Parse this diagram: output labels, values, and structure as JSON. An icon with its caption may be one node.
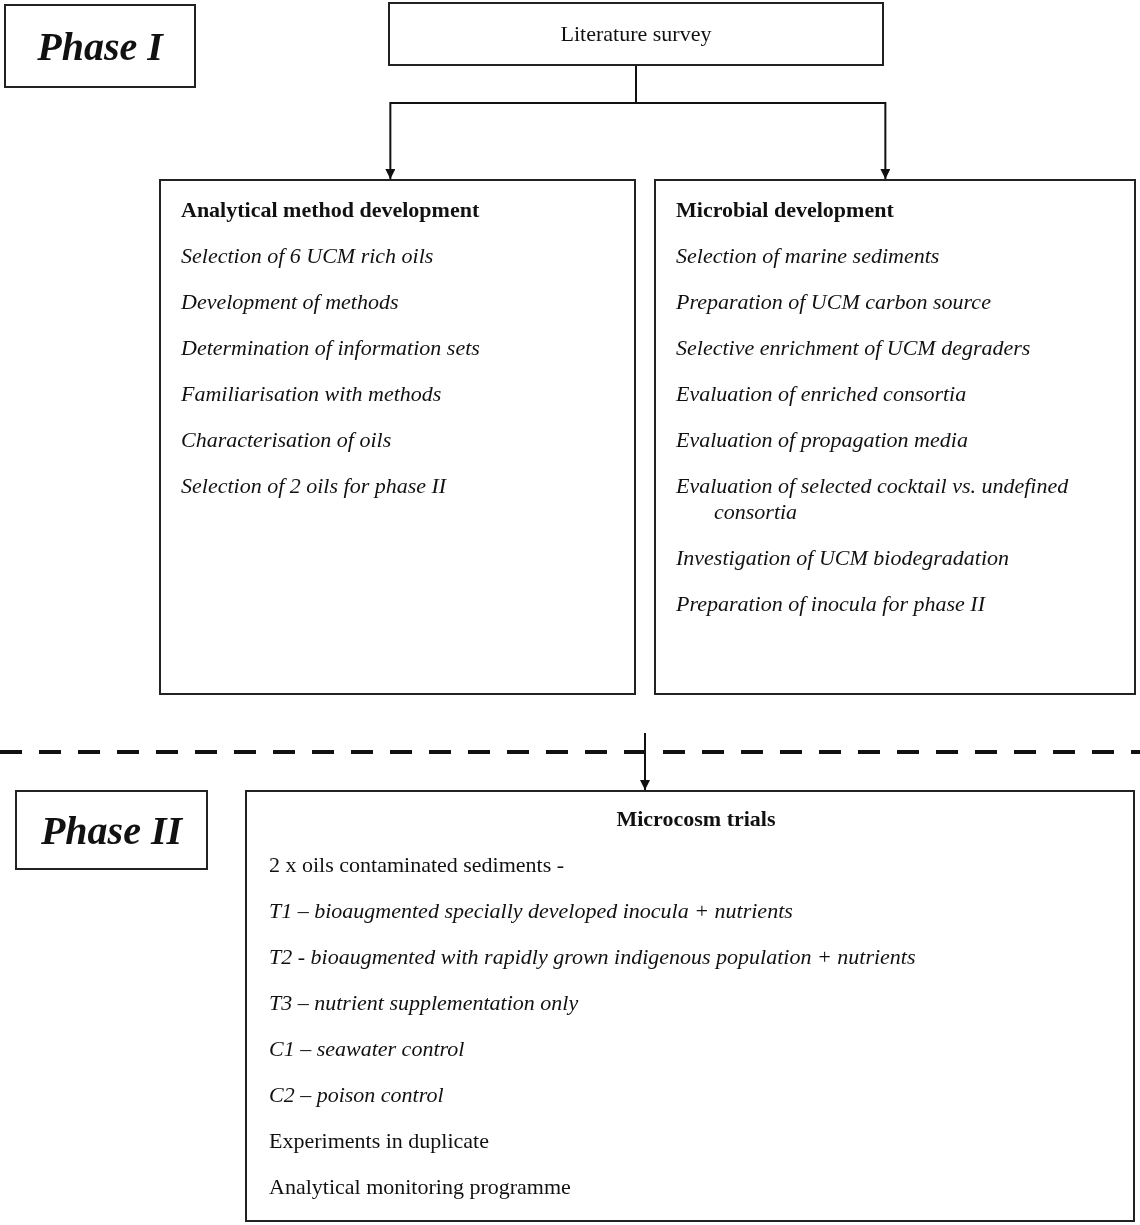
{
  "diagram": {
    "nodes": [
      {
        "text": [
          "Phase I"
        ]
      },
      {
        "text": [
          "Literature survey"
        ]
      },
      {
        "text": [
          "Analytical method development",
          "Selection of 6 UCM rich oils",
          "Development of methods",
          "Determination of information sets",
          "Familiarisation with methods",
          "Characterisation of oils",
          "Selection of 2 oils for phase II"
        ]
      },
      {
        "text": [
          "Microbial development",
          "Selection of marine sediments",
          "Preparation of UCM carbon source",
          "Selective enrichment of UCM degraders",
          "Evaluation of enriched consortia",
          "Evaluation of propagation media",
          "Evaluation of selected cocktail vs. undefined consortia",
          "Investigation of UCM biodegradation",
          "Preparation of inocula for phase II"
        ]
      },
      {
        "text": [
          "Phase II"
        ]
      },
      {
        "text": [
          "Microcosm trials",
          "2 x oils contaminated sediments -",
          "T1 – bioaugmented specially developed inocula + nutrients",
          "T2 -  bioaugmented with rapidly grown indigenous population + nutrients",
          "T3 – nutrient supplementation only",
          "C1 – seawater control",
          "C2 – poison control",
          "Experiments in duplicate",
          "Analytical monitoring programme"
        ]
      }
    ],
    "edges": [
      {
        "from": 1,
        "to": 2,
        "arrow": "to"
      },
      {
        "from": 1,
        "to": 3,
        "arrow": "to"
      },
      {
        "from": null,
        "to": 5,
        "arrow": "to"
      }
    ]
  }
}
